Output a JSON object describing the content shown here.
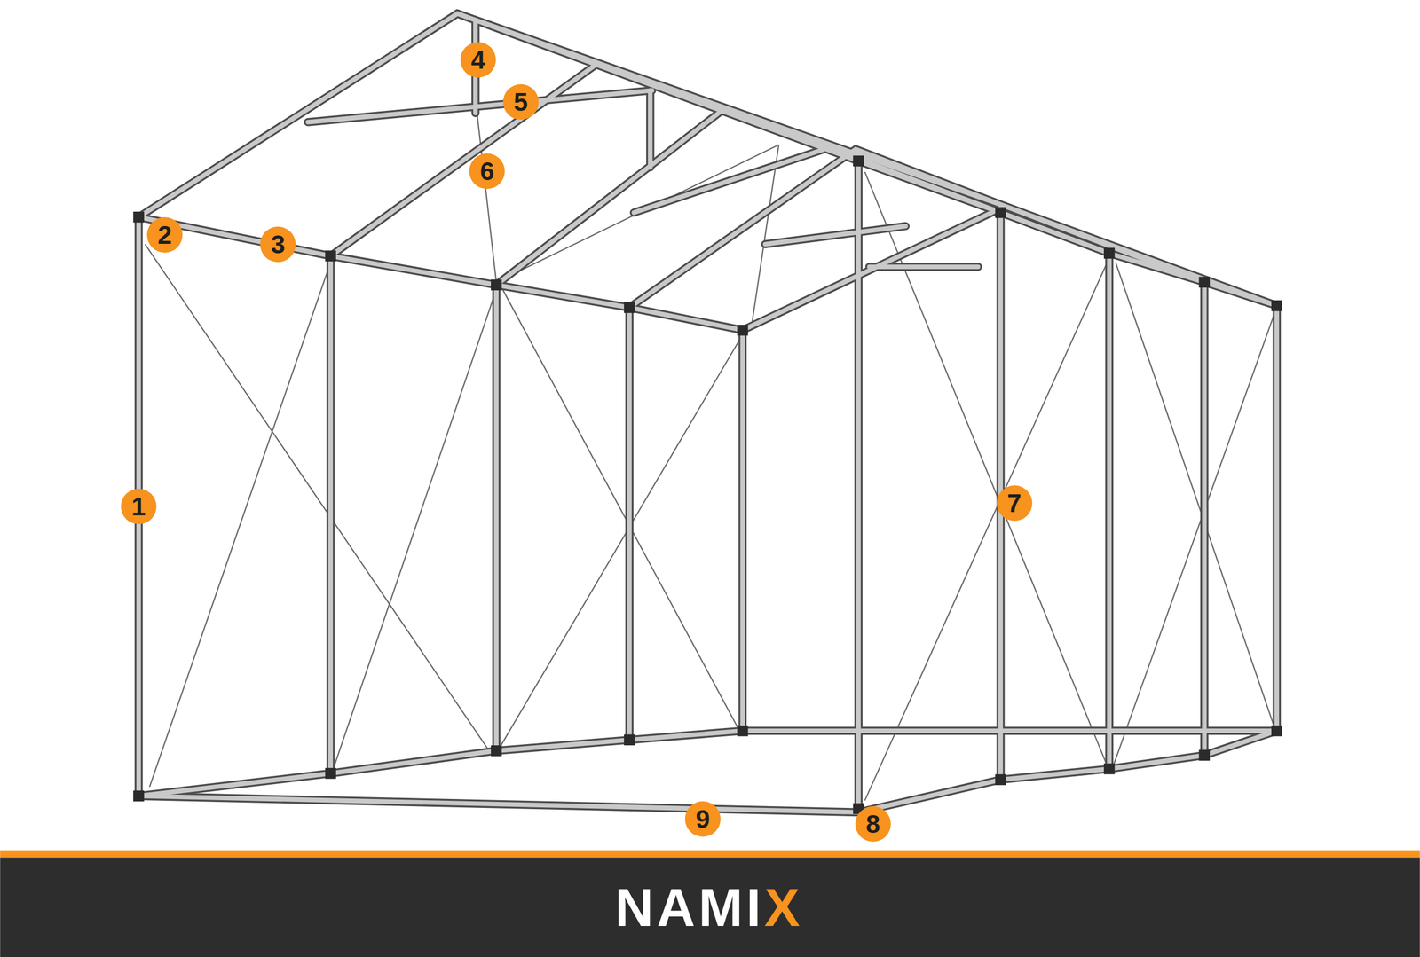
{
  "diagram": {
    "labels": [
      "1",
      "2",
      "3",
      "4",
      "5",
      "6",
      "7",
      "8",
      "9",
      "NAMIX"
    ]
  }
}
